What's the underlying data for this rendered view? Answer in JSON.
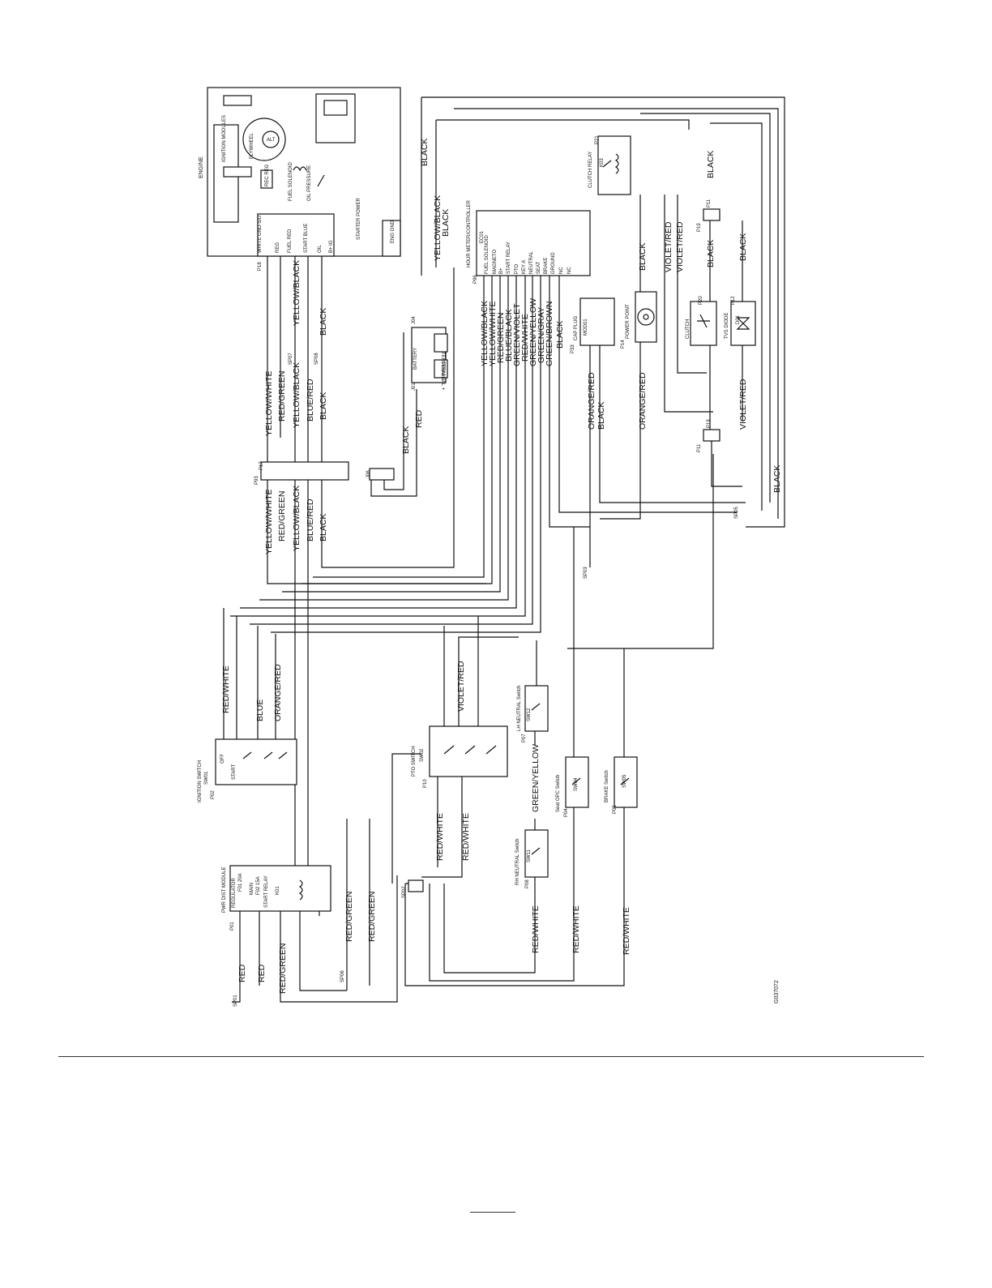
{
  "figure_id": "G037072",
  "sections": {
    "engine": "ENGINE",
    "ignition_modules": "IGNITION MODULES",
    "flywheel": "FLYWHEEL",
    "alt": "ALT",
    "rec_reg": "REC REG",
    "fuel_solenoid": "FUEL SOLENOID",
    "oil_pressure": "OIL PRESSURE",
    "starter_power": "STARTER POWER",
    "eng_gnd": "ENG GND",
    "battery": "BATTERY",
    "terminal_pos": "TERMINAL +",
    "terminal_neg": "TERMINAL -",
    "hour_meter": "HOUR METER/CONTROLLER",
    "cap_plug": "CAP PLUG",
    "power_point": "POWER POINT",
    "clutch": "CLUTCH",
    "tvs_diode": "TVS DIODE",
    "clutch_relay": "CLUTCH RELAY",
    "ignition_switch": "IGNITION SWITCH",
    "pwr_dist_module": "PWR DIST MODULE",
    "pto_switch": "PTO SWITCH",
    "lh_neutral": "LH NEUTRAL Switch",
    "rh_neutral": "RH NEUTRAL Switch",
    "seat_opc": "Seat OPC Switch",
    "brake_switch": "BRAKE Switch"
  },
  "engine_pins": [
    "WHITE GND-S/D",
    "REG",
    "FUEL RED",
    "START BLUE",
    "OIL",
    "B+ IG"
  ],
  "hour_meter_pins": [
    "FUEL SOLENOID",
    "MAGNETO",
    "B+",
    "START RELAY",
    "PTO",
    "KEY A",
    "NEUTRAL",
    "SEAT",
    "BRAKE",
    "GROUND",
    "NC",
    "NC"
  ],
  "ignition_positions": [
    "OFF",
    "START"
  ],
  "pwr_dist_labels": [
    "REGULATOR",
    "F01 20A",
    "MAIN",
    "F02 15A",
    "START RELAY",
    "K01"
  ],
  "wires": {
    "black": "BLACK",
    "yellow_black": "YELLOW/BLACK",
    "yellow_white": "YELLOW/WHITE",
    "red_green": "RED/GREEN",
    "blue_red": "BLUE/RED",
    "blue_black": "BLUE/BLACK",
    "green_violet": "GREEN/VIOLET",
    "red_white": "RED/WHITE",
    "green_yellow": "GREEN/YELLOW",
    "green_gray": "GREEN/GRAY",
    "green_brown": "GREEN/BROWN",
    "orange_red": "ORANGE/RED",
    "violet_red": "VIOLET/RED",
    "red": "RED",
    "blue": "BLUE"
  },
  "connectors": {
    "p18": "P18",
    "p17": "P17",
    "p93": "P93",
    "p96": "P96",
    "p33": "P33",
    "p14": "P14",
    "p20": "P20",
    "p12": "P12",
    "p11": "P11",
    "p19": "P19",
    "p21": "P21",
    "p01": "P01",
    "p02": "P02",
    "p10": "P10",
    "p07": "P07",
    "p08": "P08",
    "p04": "P04",
    "p05": "P05",
    "j01": "J01",
    "j04": "J04",
    "j06": "J06",
    "sp01": "SP01",
    "sp02": "SP02",
    "sp03": "SP03",
    "sp05": "SP05",
    "sp06": "SP06",
    "sp07": "SP07",
    "sp08": "SP08",
    "ec01": "EC01",
    "mod01": "MOD01",
    "k03": "K03",
    "d01": "D01",
    "sw01": "SW01",
    "sw02": "SW02",
    "sw11": "SW11",
    "sw12": "SW12",
    "sw04": "SW04",
    "sw05": "SW05"
  }
}
